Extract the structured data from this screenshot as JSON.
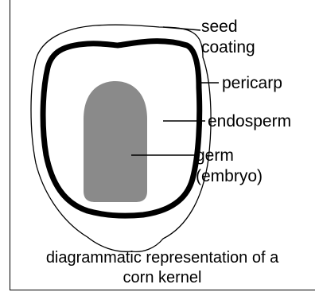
{
  "diagram": {
    "labels": {
      "seed_coating_line1": "seed",
      "seed_coating_line2": "coating",
      "pericarp": "pericarp",
      "endosperm": "endosperm",
      "germ_line1": "germ",
      "germ_line2": "(embryo)"
    },
    "caption_line1": "diagrammatic representation of a",
    "caption_line2": "corn kernel",
    "colors": {
      "outline": "#000000",
      "germ_fill": "#8a8a8a",
      "background": "#ffffff"
    }
  }
}
